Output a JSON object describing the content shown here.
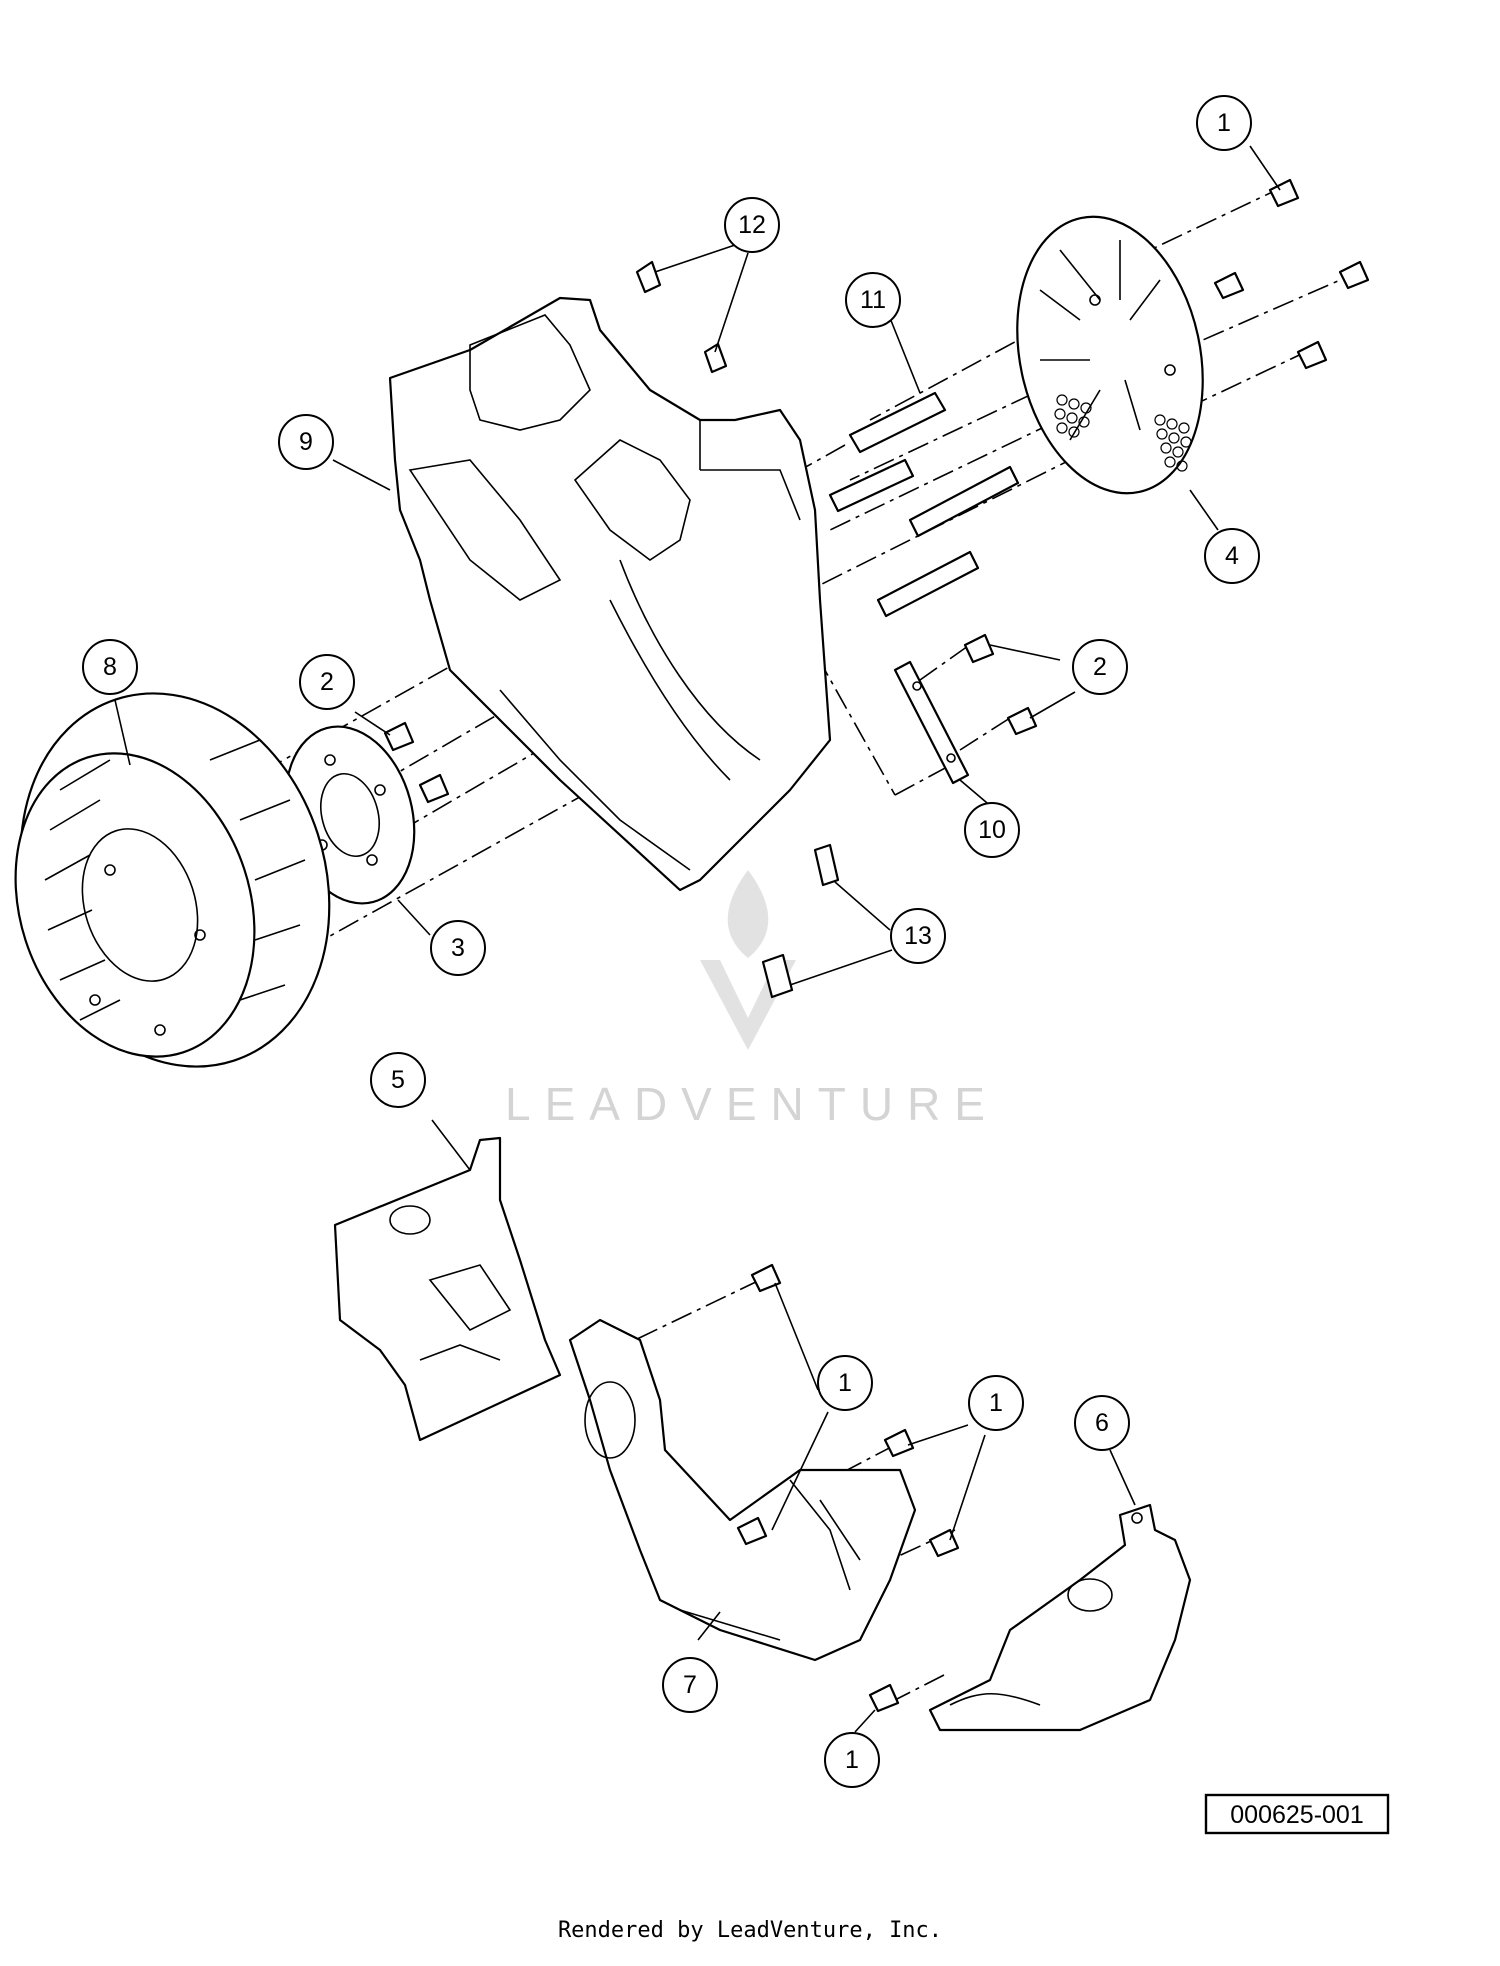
{
  "callouts": [
    {
      "label": "1"
    },
    {
      "label": "12"
    },
    {
      "label": "11"
    },
    {
      "label": "9"
    },
    {
      "label": "4"
    },
    {
      "label": "8"
    },
    {
      "label": "2"
    },
    {
      "label": "2"
    },
    {
      "label": "10"
    },
    {
      "label": "3"
    },
    {
      "label": "13"
    },
    {
      "label": "5"
    },
    {
      "label": "1"
    },
    {
      "label": "1"
    },
    {
      "label": "6"
    },
    {
      "label": "7"
    },
    {
      "label": "1"
    }
  ],
  "drawing_number": "000625-001",
  "watermark": "LEADVENTURE",
  "footer": "Rendered by LeadVenture, Inc.",
  "icons": {
    "watermark_logo": "flame-v-logo-icon"
  }
}
